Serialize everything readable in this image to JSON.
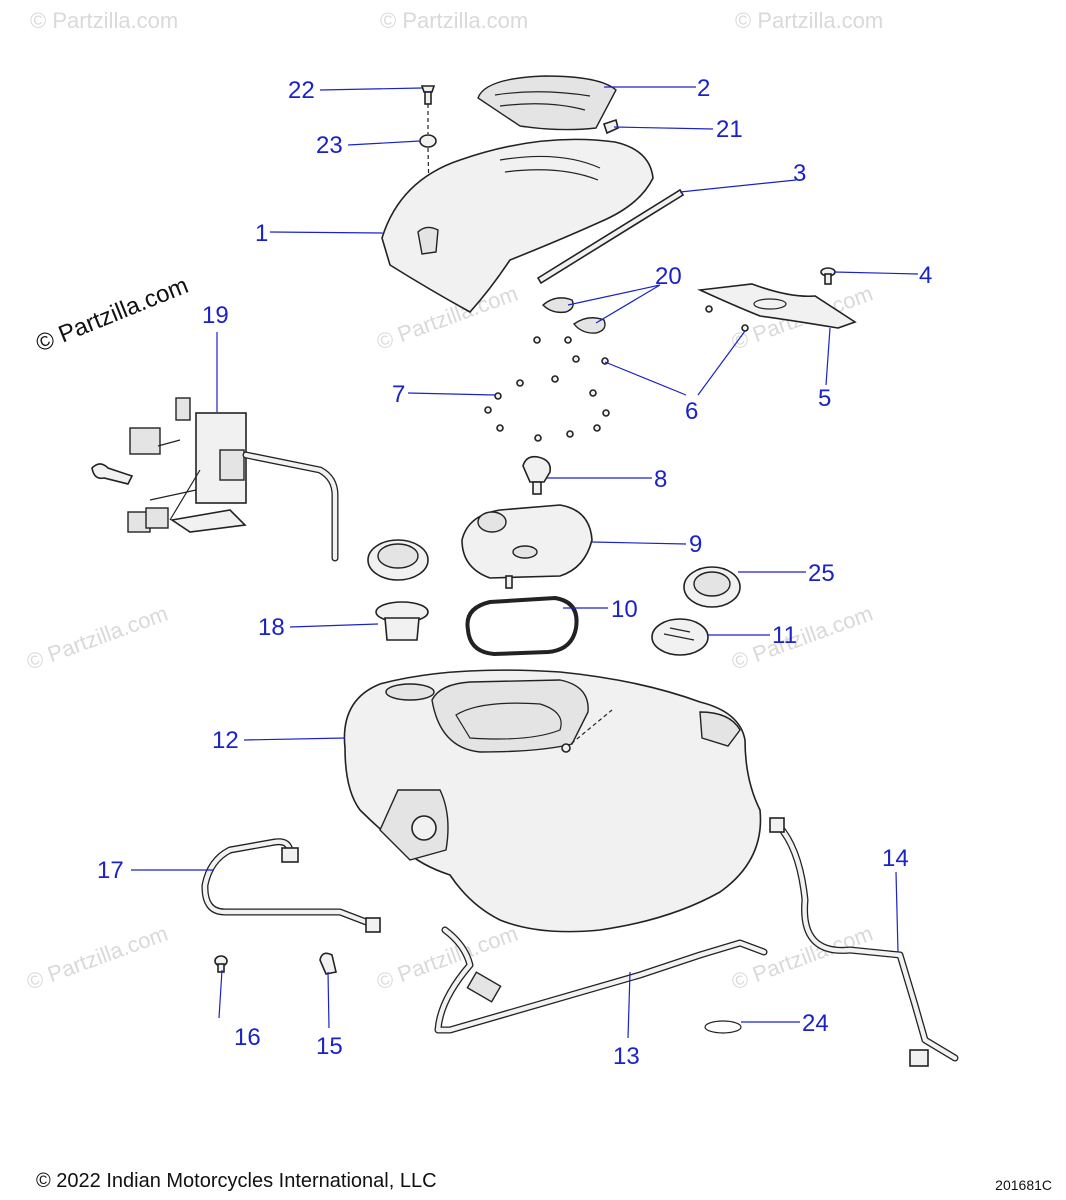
{
  "watermark": {
    "text": "© Partzilla.com",
    "prominent_text": "© Partzilla.com"
  },
  "callouts": [
    "1",
    "2",
    "3",
    "4",
    "5",
    "6",
    "7",
    "8",
    "9",
    "10",
    "11",
    "12",
    "13",
    "14",
    "15",
    "16",
    "17",
    "18",
    "19",
    "20",
    "21",
    "22",
    "23",
    "24",
    "25"
  ],
  "footer": {
    "copyright": "© 2022 Indian Motorcycles International, LLC",
    "diagram_id": "201681C"
  },
  "colors": {
    "callout": "#1a22c8",
    "linework": "#222222",
    "part_fill": "#f1f1f1"
  }
}
